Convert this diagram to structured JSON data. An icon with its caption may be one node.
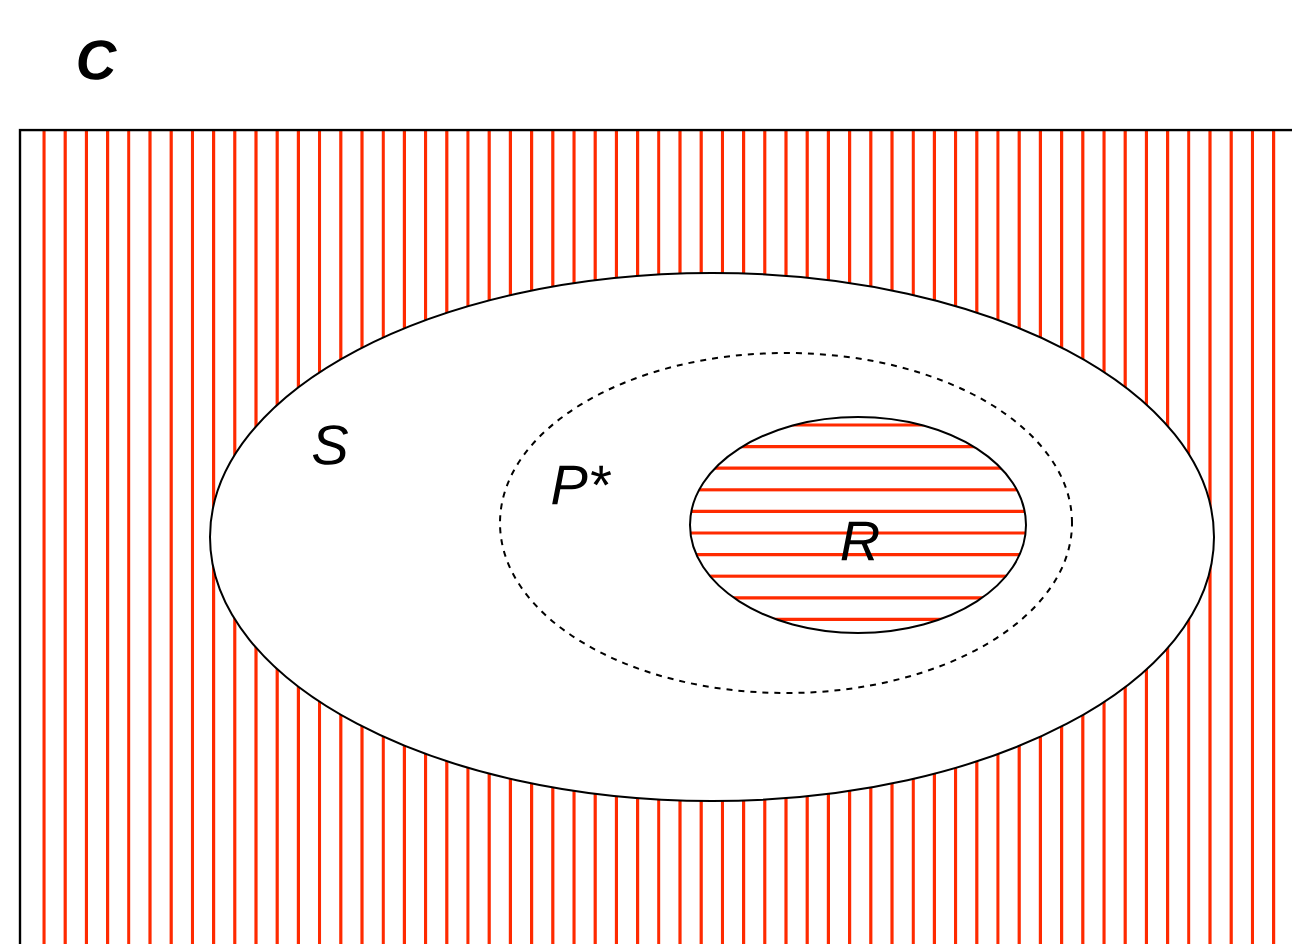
{
  "diagram": {
    "nodes": [
      {
        "text": [
          "C"
        ]
      },
      {
        "text": [
          "S"
        ],
        "in": 0
      },
      {
        "text": [
          "P*"
        ],
        "in": 1
      },
      {
        "text": [
          "R"
        ],
        "in": 2
      }
    ]
  }
}
